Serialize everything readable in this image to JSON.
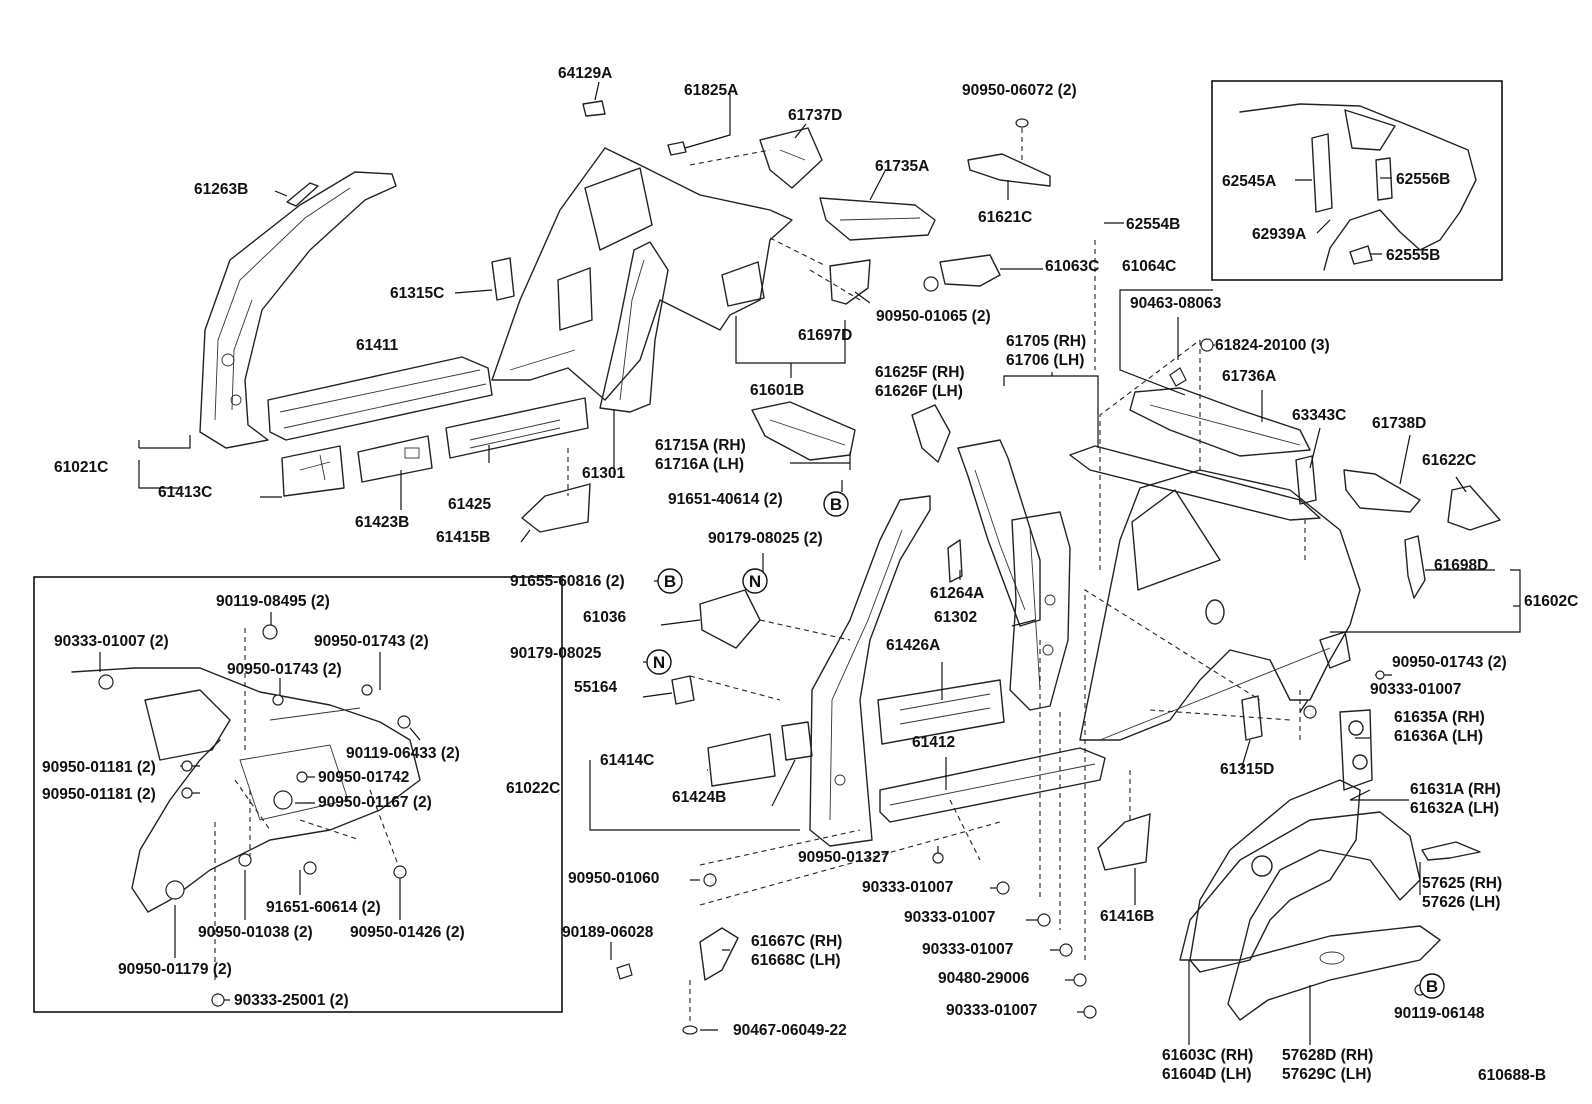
{
  "diagram_id": "610688-B",
  "labels": {
    "l64129A": "64129A",
    "l61825A": "61825A",
    "l61737D": "61737D",
    "l90950_06072": "90950-06072 (2)",
    "l61263B": "61263B",
    "l61735A": "61735A",
    "l61621C": "61621C",
    "l62554B": "62554B",
    "l61315C": "61315C",
    "l61063C": "61063C",
    "l61064C": "61064C",
    "l90950_01065": "90950-01065 (2)",
    "l90463_08063": "90463-08063",
    "l61697D": "61697D",
    "l61705": "61705 (RH)",
    "l61706": "61706 (LH)",
    "l61824": "61824-20100 (3)",
    "l61411": "61411",
    "l61601B": "61601B",
    "l61625F": "61625F (RH)",
    "l61626F": "61626F (LH)",
    "l61736A": "61736A",
    "l63343C": "63343C",
    "l61738D": "61738D",
    "l61021C": "61021C",
    "l61715A": "61715A (RH)",
    "l61716A": "61716A (LH)",
    "l61622C": "61622C",
    "l61413C": "61413C",
    "l61301": "61301",
    "l61425": "61425",
    "l91651_40614": "91651-40614 (2)",
    "l61423B": "61423B",
    "l61415B": "61415B",
    "l90179_08025a": "90179-08025 (2)",
    "l61698D": "61698D",
    "l61602C": "61602C",
    "l91655_60816": "91655-60816 (2)",
    "l61264A": "61264A",
    "l61036": "61036",
    "l61302": "61302",
    "l90950_01743b": "90950-01743 (2)",
    "l90179_08025b": "90179-08025",
    "l61426A": "61426A",
    "l90333_01007a": "90333-01007",
    "l55164": "55164",
    "l61635A": "61635A (RH)",
    "l61636A": "61636A (LH)",
    "l61412": "61412",
    "l61414C": "61414C",
    "l61315D": "61315D",
    "l61022C": "61022C",
    "l61424B": "61424B",
    "l61631A": "61631A (RH)",
    "l61632A": "61632A (LH)",
    "l90950_01327": "90950-01327",
    "l90950_01060": "90950-01060",
    "l90333_01007b": "90333-01007",
    "l61416B": "61416B",
    "l57625": "57625 (RH)",
    "l57626": "57626 (LH)",
    "l90333_01007c": "90333-01007",
    "l90189_06028": "90189-06028",
    "l61667C": "61667C (RH)",
    "l61668C": "61668C (LH)",
    "l90333_01007d": "90333-01007",
    "l90480_29006": "90480-29006",
    "l90119_06148": "90119-06148",
    "l90333_01007e": "90333-01007",
    "l90467_06049": "90467-06049-22",
    "l61603C": "61603C (RH)",
    "l61604D": "61604D (LH)",
    "l57628D": "57628D (RH)",
    "l57629C": "57629C (LH)",
    "l610688B": "610688-B"
  },
  "inset_top_right": {
    "l62545A": "62545A",
    "l62556B": "62556B",
    "l62939A": "62939A",
    "l62555B": "62555B"
  },
  "inset_bottom_left": {
    "l90119_08495": "90119-08495 (2)",
    "l90333_01007": "90333-01007 (2)",
    "l90950_01743a": "90950-01743 (2)",
    "l90950_01743c": "90950-01743 (2)",
    "l90119_06433": "90119-06433 (2)",
    "l90950_01181a": "90950-01181 (2)",
    "l90950_01742": "90950-01742",
    "l90950_01181b": "90950-01181 (2)",
    "l90950_01167": "90950-01167 (2)",
    "l91651_60614": "91651-60614 (2)",
    "l90950_01038": "90950-01038 (2)",
    "l90950_01426": "90950-01426 (2)",
    "l90950_01179": "90950-01179 (2)",
    "l90333_25001": "90333-25001 (2)"
  },
  "circle_markers": {
    "b": "B",
    "n": "N"
  }
}
